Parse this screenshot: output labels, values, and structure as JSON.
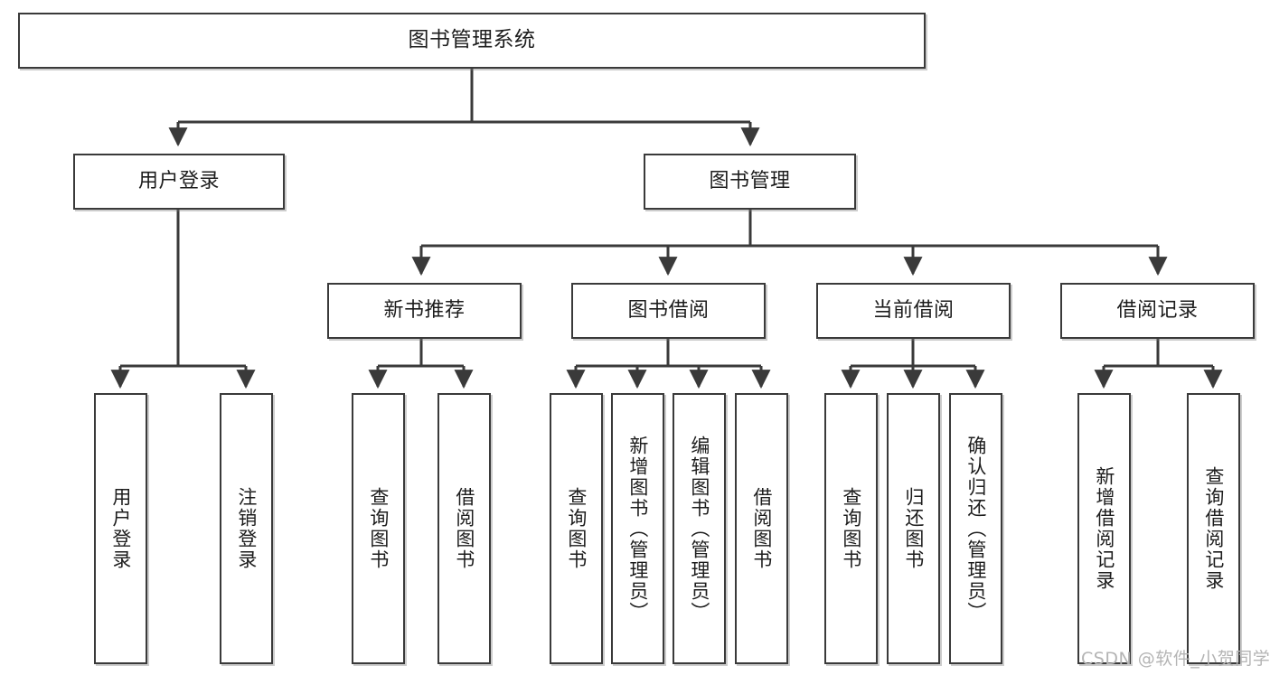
{
  "diagram": {
    "title": "图书管理系统",
    "type": "tree",
    "watermark": "CSDN @软件_小贺同学",
    "colors": {
      "border": "#3a3a3a",
      "background": "#ffffff",
      "text": "#1d1d1d",
      "connector": "#3a3a3a",
      "watermark": "#b4b4b4"
    },
    "nodes": {
      "root": {
        "label": "图书管理系统"
      },
      "level2": [
        {
          "label": "用户登录"
        },
        {
          "label": "图书管理"
        }
      ],
      "level3": [
        {
          "label": "新书推荐"
        },
        {
          "label": "图书借阅"
        },
        {
          "label": "当前借阅"
        },
        {
          "label": "借阅记录"
        }
      ],
      "leaves_user_login": [
        {
          "label": "用户登录"
        },
        {
          "label": "注销登录"
        }
      ],
      "leaves_new_book": [
        {
          "label": "查询图书"
        },
        {
          "label": "借阅图书"
        }
      ],
      "leaves_borrow": [
        {
          "label": "查询图书"
        },
        {
          "label": "新增图书（管理员）"
        },
        {
          "label": "编辑图书（管理员）"
        },
        {
          "label": "借阅图书"
        }
      ],
      "leaves_current": [
        {
          "label": "查询图书"
        },
        {
          "label": "归还图书"
        },
        {
          "label": "确认归还（管理员）"
        }
      ],
      "leaves_records": [
        {
          "label": "新增借阅记录"
        },
        {
          "label": "查询借阅记录"
        }
      ]
    }
  }
}
